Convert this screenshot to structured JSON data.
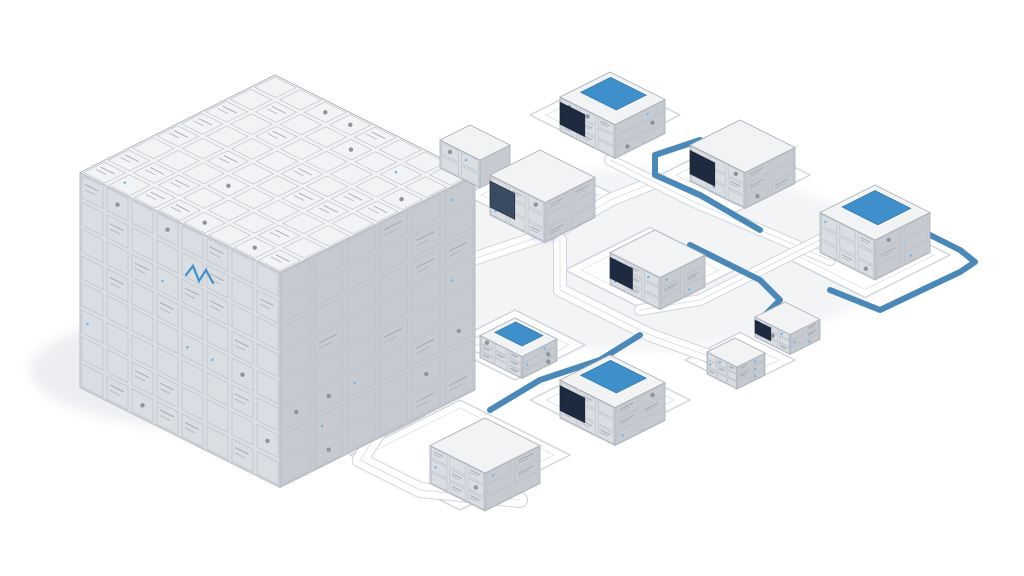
{
  "colors": {
    "background": "#ffffff",
    "module_top": "#f2f3f5",
    "module_left": "#dadde2",
    "module_right": "#c7cbd1",
    "module_edge": "#a9aeb6",
    "accent_blue": "#3f8fca",
    "accent_light": "#79b6e6",
    "panel_dark": "#1d2a3f",
    "track": "#ffffff",
    "track_edge": "#cfd6df",
    "conduit_blue": "#4a88b8",
    "glow": "#7d86ff",
    "shadow": "#e6e8ec"
  },
  "icons": {
    "cube_cluster": "server-rack-cube",
    "node": "server-module",
    "link": "data-conduit"
  }
}
